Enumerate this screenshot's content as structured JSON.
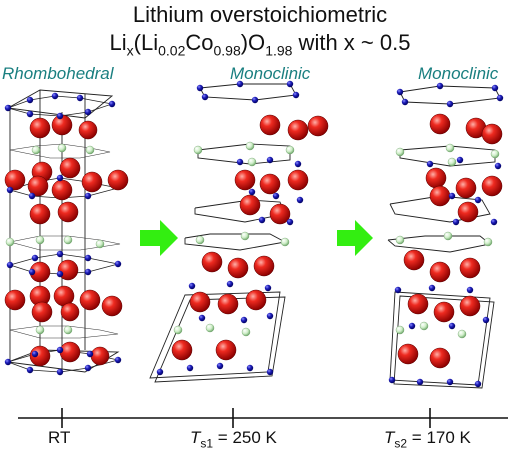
{
  "title": {
    "line1": "Lithium overstoichiometric",
    "formula": {
      "li1": "Li",
      "x_sub": "x",
      "open": "(Li",
      "li_sub": "0.02",
      "co": "Co",
      "co_sub": "0.98",
      "o": ")O",
      "o_sub": "1.98",
      "tail": " with x ~ 0.5"
    }
  },
  "phases": [
    {
      "label": "Rhombohedral"
    },
    {
      "label": "Monoclinic"
    },
    {
      "label": "Monoclinic"
    }
  ],
  "timeline": [
    {
      "label": "RT"
    },
    {
      "symbol": "T",
      "sub": "s1",
      "value": " = 250 K"
    },
    {
      "symbol": "T",
      "sub": "s2",
      "value": " = 170 K"
    }
  ],
  "colors": {
    "oxygen": "#e01818",
    "cobalt": "#1a1aa8",
    "lithium": "#c8e8c0",
    "arrow": "#33ee11",
    "phase_label": "#1a7f80"
  }
}
